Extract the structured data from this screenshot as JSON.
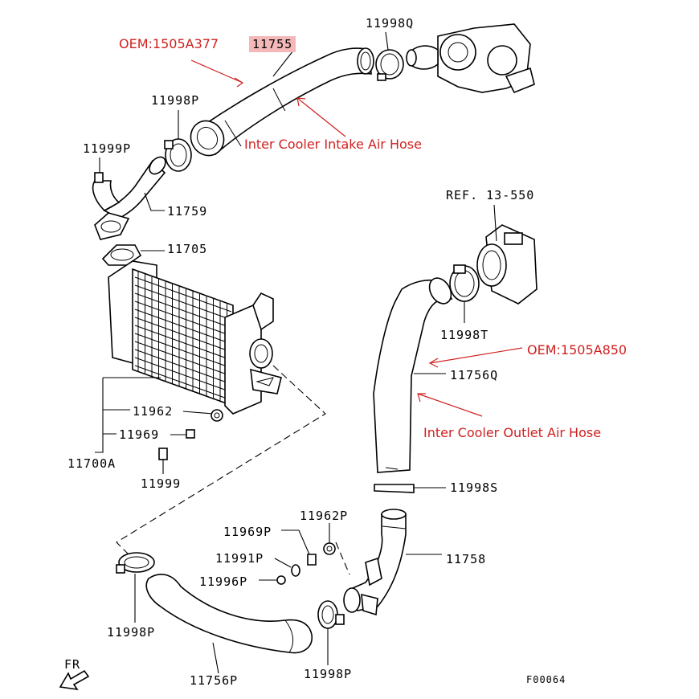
{
  "labels": {
    "p11755": "11755",
    "p11998q": "11998Q",
    "p11998p_a": "11998P",
    "p11999p": "11999P",
    "p11759": "11759",
    "p11705": "11705",
    "ref": "REF. 13-550",
    "p11998t": "11998T",
    "p11756q": "11756Q",
    "p11962": "11962",
    "p11969": "11969",
    "p11700a": "11700A",
    "p11999": "11999",
    "p11998s": "11998S",
    "p11962p": "11962P",
    "p11969p": "11969P",
    "p11991p": "11991P",
    "p11758": "11758",
    "p11996p": "11996P",
    "p11998p_b": "11998P",
    "p11756p": "11756P",
    "p11998p_c": "11998P",
    "fr": "FR",
    "fig_code": "F00064"
  },
  "annotations": {
    "oem_intake": "OEM:1505A377",
    "intake_name": "Inter Cooler Intake Air Hose",
    "oem_outlet": "OEM:1505A850",
    "outlet_name": "Inter Cooler Outlet Air Hose"
  },
  "colors": {
    "annotation": "#d02020",
    "highlight": "#f4b8b8",
    "line": "#000000"
  }
}
